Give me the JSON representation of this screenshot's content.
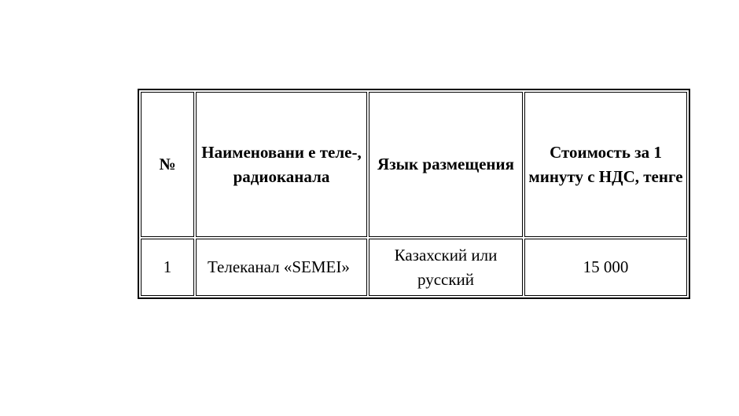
{
  "table": {
    "headers": [
      "№",
      "Наименовани е теле-, радиоканала",
      "Язык размещения",
      "Стоимость за 1 минуту с НДС, тенге"
    ],
    "rows": [
      {
        "num": "1",
        "name": "Телеканал «SEMEI»",
        "language": "Казахский или русский",
        "price": "15 000"
      }
    ]
  }
}
